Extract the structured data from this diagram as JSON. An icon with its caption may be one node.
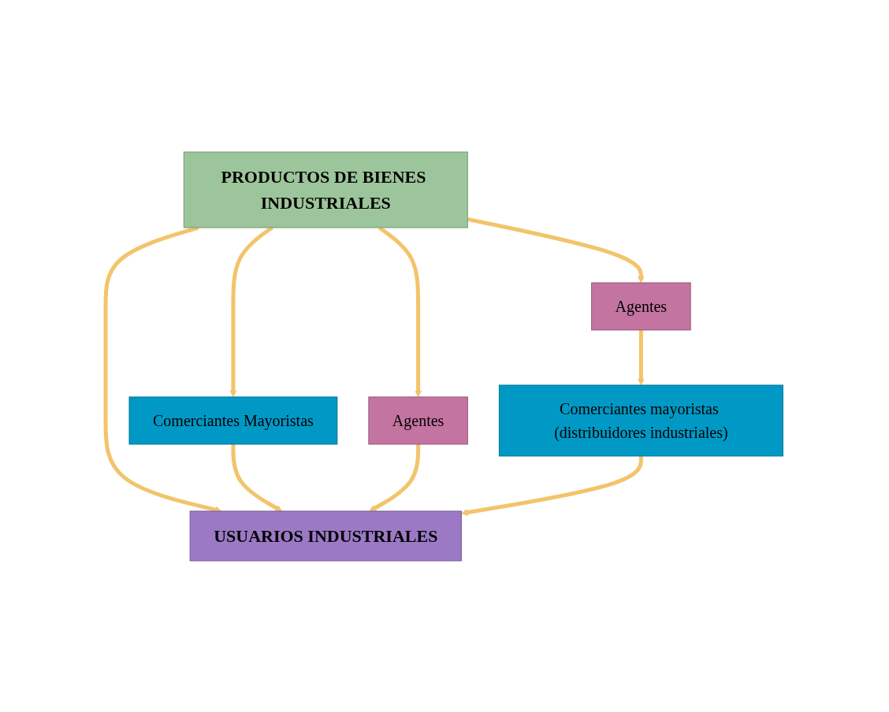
{
  "diagram": {
    "nodes": [
      {
        "text": [
          "PRODUCTOS DE BIENES INDUSTRIALES"
        ]
      },
      {
        "text": [
          "Agentes"
        ]
      },
      {
        "text": [
          "Agentes"
        ]
      },
      {
        "text": [
          "Comerciantes Mayoristas"
        ]
      },
      {
        "text": [
          "Comerciantes mayoristas (distribuidores industriales)"
        ]
      },
      {
        "text": [
          "USUARIOS INDUSTRIALES"
        ]
      }
    ],
    "edges": [
      {
        "from": 0,
        "to": 5,
        "arrow": "to"
      },
      {
        "from": 0,
        "to": 3,
        "arrow": "to"
      },
      {
        "from": 3,
        "to": 5,
        "arrow": "to"
      },
      {
        "from": 0,
        "to": 2,
        "arrow": "to"
      },
      {
        "from": 2,
        "to": 5,
        "arrow": "to"
      },
      {
        "from": 0,
        "to": 1,
        "arrow": "to"
      },
      {
        "from": 1,
        "to": 4,
        "arrow": "to"
      },
      {
        "from": 4,
        "to": 5,
        "arrow": "to"
      }
    ]
  }
}
